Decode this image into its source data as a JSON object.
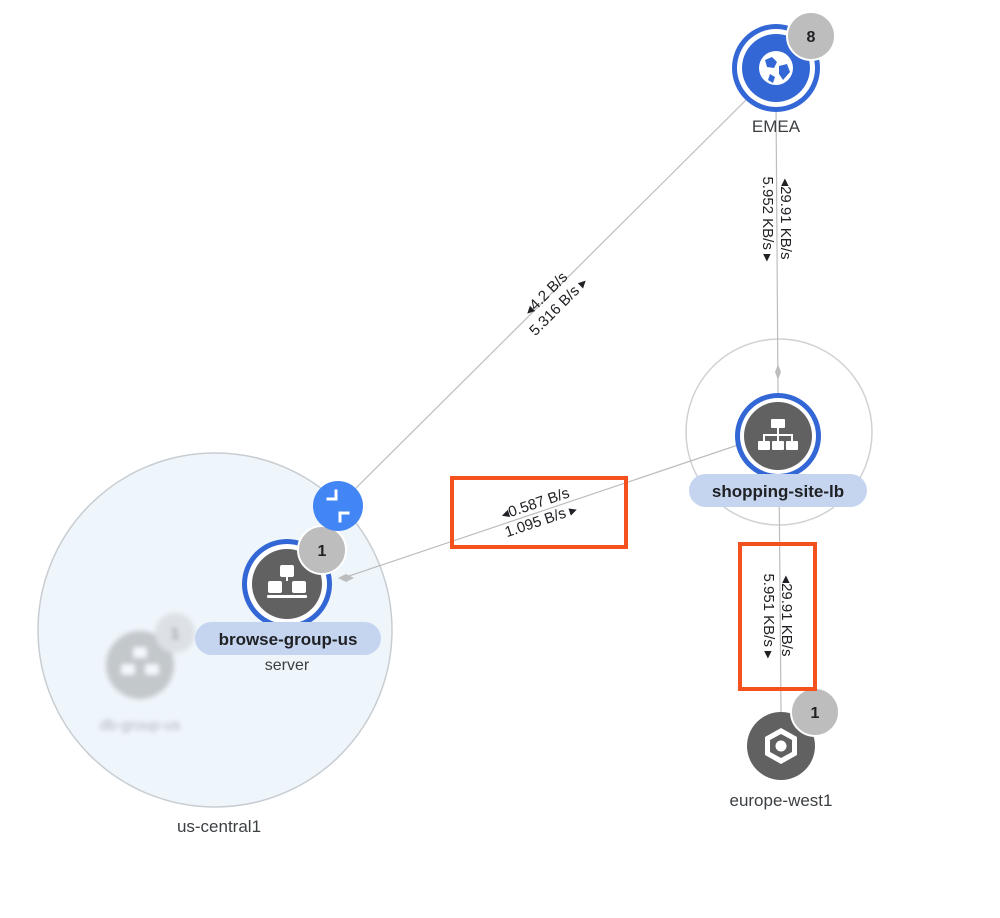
{
  "colors": {
    "accent_blue": "#3367d6",
    "node_dark": "#616161",
    "badge_grey": "#bdbdbd",
    "pill_blue": "#c5d5f0",
    "region_fill": "#eef5fb",
    "edge_grey": "#bdbdbd",
    "highlight_red": "#f4511e"
  },
  "nodes": {
    "emea": {
      "label": "EMEA",
      "badge": "8",
      "icon": "globe-icon"
    },
    "lb": {
      "label": "shopping-site-lb",
      "icon": "load-balancer-icon"
    },
    "browse": {
      "label": "browse-group-us",
      "sublabel": "server",
      "badge": "1",
      "icon": "instance-group-icon"
    },
    "db": {
      "label": "db-group-us",
      "badge": "1",
      "icon": "instance-group-icon"
    },
    "europe": {
      "label": "europe-west1",
      "badge": "1",
      "icon": "region-hexagon-icon"
    },
    "collapse_icon": "collapse-icon"
  },
  "regions": {
    "us_central": {
      "label": "us-central1"
    }
  },
  "edges": {
    "emea_browse": {
      "rate_in": "◂4.2 B/s",
      "rate_out": "5.316 B/s ▸"
    },
    "emea_lb": {
      "rate_in": "◂29.91 KB/s",
      "rate_out": "5.952 KB/s ▸"
    },
    "lb_browse": {
      "rate_in": "◂0.587 B/s",
      "rate_out": "1.095 B/s ▸"
    },
    "lb_europe": {
      "rate_in": "◂29.91 KB/s",
      "rate_out": "5.951 KB/s ▸"
    }
  }
}
